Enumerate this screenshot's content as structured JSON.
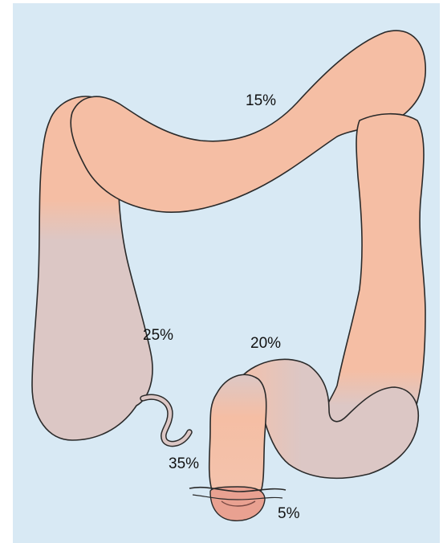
{
  "labels": {
    "transverse": "15%",
    "ascending": "25%",
    "sigmoid_top": "20%",
    "rectosigmoid": "35%",
    "rectum": "5%"
  },
  "colors": {
    "background": "#d8e9f4",
    "colon_peach": "#f5bea4",
    "colon_mauve": "#dcc7c5",
    "outline": "#2a2a2a",
    "anal_tissue": "#e9a191"
  }
}
